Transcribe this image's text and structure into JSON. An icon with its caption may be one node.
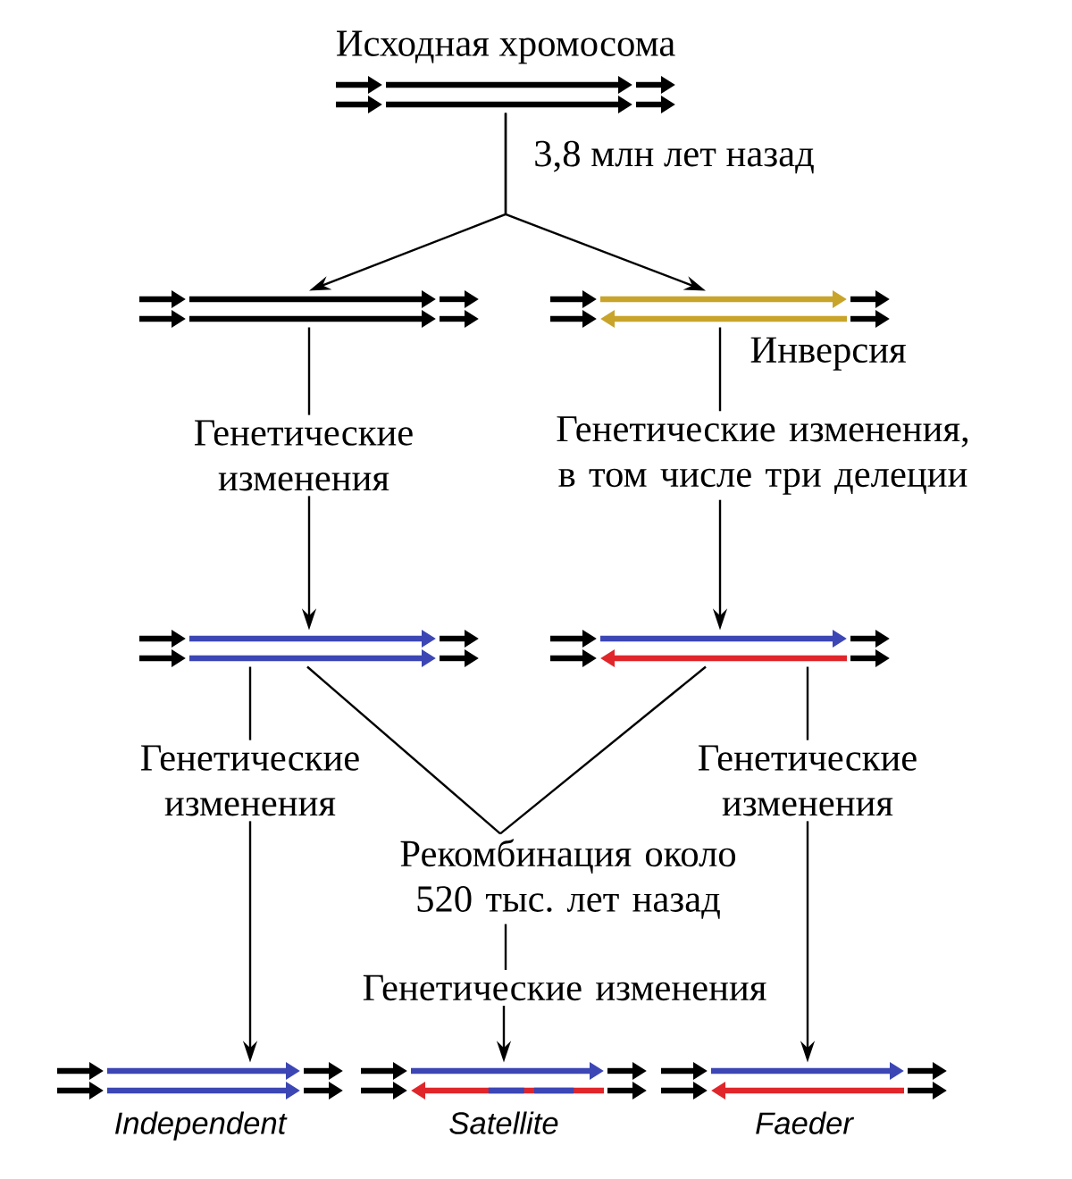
{
  "diagram": {
    "nodes": [
      {
        "text": [
          "Исходная хромосома"
        ]
      },
      {
        "text": [],
        "shape": "picture"
      },
      {
        "text": [],
        "shape": "picture",
        "beside": [
          "Инверсия"
        ]
      },
      {
        "text": [
          "Генетические изменения"
        ]
      },
      {
        "text": [
          "Генетические изменения, в том числе три делеции"
        ]
      },
      {
        "text": [],
        "shape": "picture"
      },
      {
        "text": [],
        "shape": "picture"
      },
      {
        "text": [
          "Генетические изменения"
        ]
      },
      {
        "text": [
          "Рекомбинация около 520 тыс. лет назад"
        ]
      },
      {
        "text": [
          "Генетические изменения"
        ]
      },
      {
        "text": [
          "Генетические изменения"
        ]
      },
      {
        "text": [],
        "shape": "picture",
        "beside": [
          "Independent"
        ]
      },
      {
        "text": [],
        "shape": "picture",
        "beside": [
          "Satellite"
        ]
      },
      {
        "text": [],
        "shape": "picture",
        "beside": [
          "Faeder"
        ]
      }
    ],
    "edges": [
      {
        "from": 0,
        "to": 1,
        "arrow": "to",
        "label": "3,8 млн лет назад"
      },
      {
        "from": 0,
        "to": 2,
        "arrow": "to"
      },
      {
        "from": 1,
        "to": 3,
        "arrow": "none"
      },
      {
        "from": 3,
        "to": 5,
        "arrow": "to"
      },
      {
        "from": 2,
        "to": 4,
        "arrow": "none"
      },
      {
        "from": 4,
        "to": 6,
        "arrow": "to"
      },
      {
        "from": 5,
        "to": 7,
        "arrow": "none"
      },
      {
        "from": 7,
        "to": 11,
        "arrow": "to"
      },
      {
        "from": 5,
        "to": 8,
        "arrow": "none"
      },
      {
        "from": 6,
        "to": 8,
        "arrow": "none"
      },
      {
        "from": 6,
        "to": 9,
        "arrow": "none"
      },
      {
        "from": 9,
        "to": 13,
        "arrow": "to"
      },
      {
        "from": 8,
        "to": 10,
        "arrow": "none"
      },
      {
        "from": 10,
        "to": 12,
        "arrow": "to"
      }
    ]
  }
}
